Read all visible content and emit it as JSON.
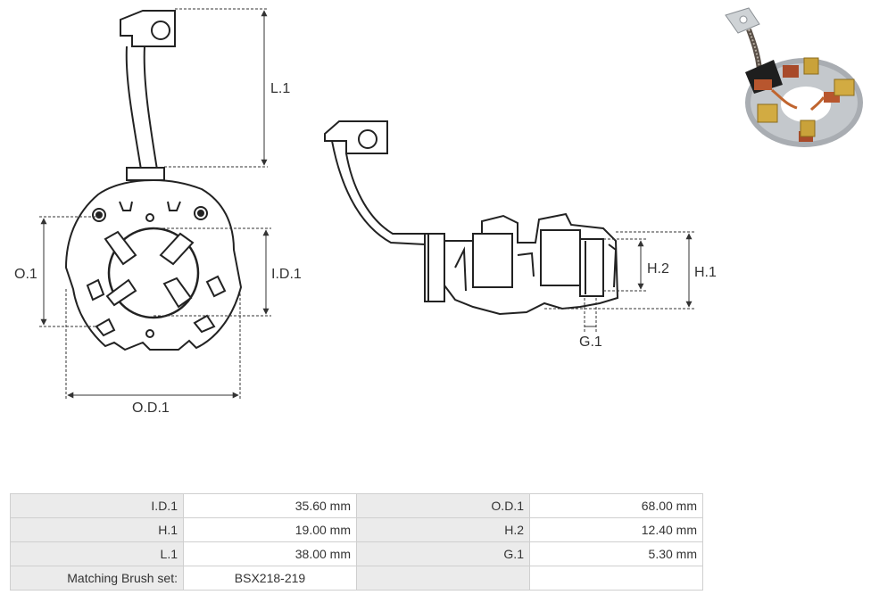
{
  "diagram": {
    "labels": {
      "l1": "L.1",
      "o1": "O.1",
      "id1": "I.D.1",
      "od1": "O.D.1",
      "h1": "H.1",
      "h2": "H.2",
      "g1": "G.1"
    }
  },
  "photo": {
    "icon": "brush-holder-photo"
  },
  "specs": {
    "rows": [
      {
        "k1": "I.D.1",
        "v1": "35.60 mm",
        "k2": "O.D.1",
        "v2": "68.00 mm"
      },
      {
        "k1": "H.1",
        "v1": "19.00 mm",
        "k2": "H.2",
        "v2": "12.40 mm"
      },
      {
        "k1": "L.1",
        "v1": "38.00 mm",
        "k2": "G.1",
        "v2": "5.30 mm"
      },
      {
        "k1": "Matching Brush set:",
        "v1": "BSX218-219",
        "k2": "",
        "v2": ""
      }
    ]
  }
}
